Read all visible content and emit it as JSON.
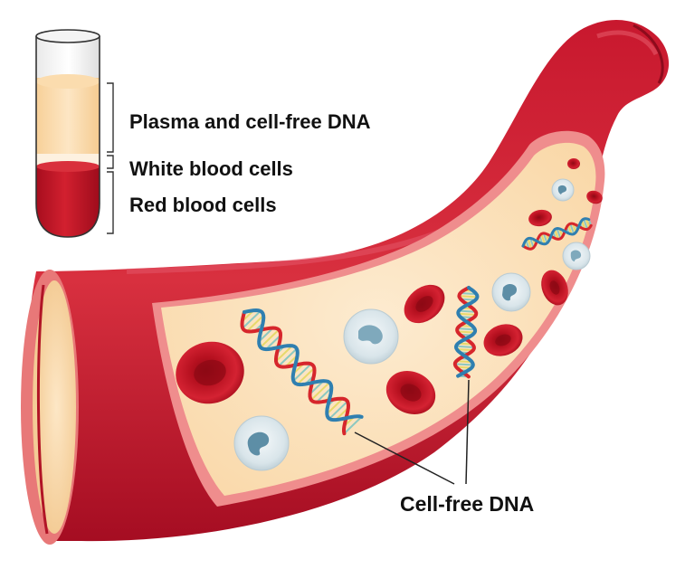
{
  "labels": {
    "plasma": "Plasma and cell-free DNA",
    "white_blood_cells": "White blood cells",
    "red_blood_cells": "Red blood cells",
    "cell_free_dna": "Cell-free DNA"
  },
  "colors": {
    "vessel_wall": "#b8112a",
    "vessel_wall_light": "#e0485a",
    "plasma": "#fbe2bd",
    "red_cell": "#c2101e",
    "white_cell": "#c9d9e0",
    "dna_strand_red": "#d6262c",
    "dna_strand_blue": "#2f7fb0",
    "dna_rungs": "#8cc8c0"
  },
  "icons": [
    "test-tube-icon",
    "blood-vessel-icon",
    "red-blood-cell-icon",
    "white-blood-cell-icon",
    "dna-helix-icon"
  ]
}
